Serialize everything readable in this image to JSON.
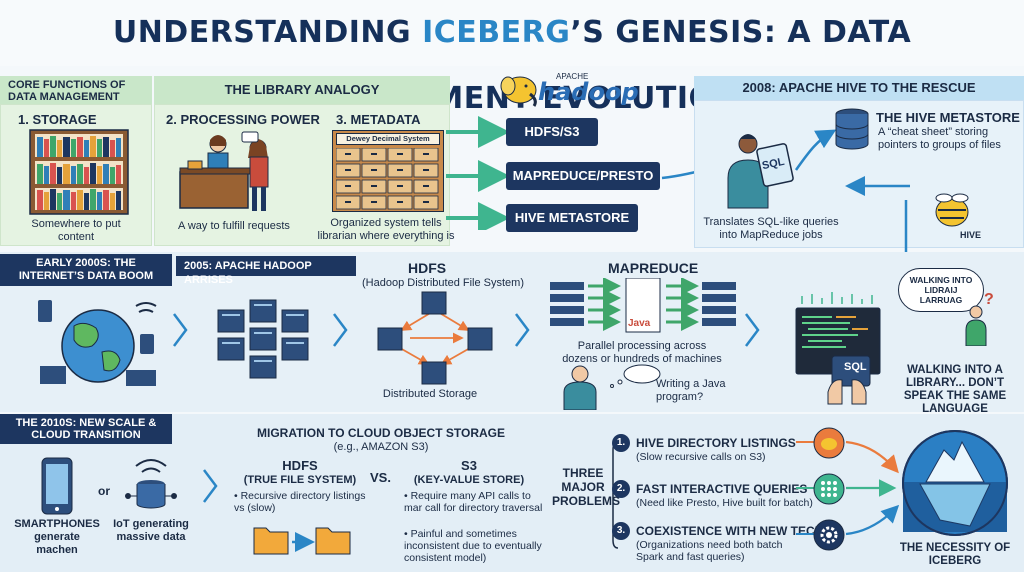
{
  "title": {
    "prefix": "UNDERSTANDING ",
    "highlight": "ICEBERG",
    "suffix": "’S GENESIS: A DATA  MANAGEMENT EVOLUTION"
  },
  "core": {
    "tab": "CORE FUNCTIONS OF DATA MANAGEMENT",
    "storage_title": "1. STORAGE",
    "storage_caption": "Somewhere to put content"
  },
  "library": {
    "tab": "THE LIBRARY ANALOGY",
    "processing_title": "2. PROCESSING POWER",
    "processing_caption": "A way to fulfill requests",
    "metadata_title": "3. METADATA",
    "card_label": "Dewey Decimal System",
    "metadata_caption": "Organized system tells librarian where everything is"
  },
  "hadoop_logo": {
    "small": "APACHE",
    "big": "hadoop"
  },
  "mapping": {
    "items": [
      "HDFS/S3",
      "MAPREDUCE/PRESTO",
      "HIVE METASTORE"
    ]
  },
  "hive2008": {
    "tab": "2008: APACHE HIVE TO THE RESCUE",
    "sql_label": "SQL",
    "translate_caption": "Translates SQL-like queries into MapReduce jobs",
    "metastore_title": "THE HIVE METASTORE",
    "metastore_desc": "A “cheat sheet” storing pointers to groups of files",
    "hive_logo": "HIVE"
  },
  "early2000s": {
    "tab": "EARLY 2000S: THE INTERNET’S DATA BOOM"
  },
  "hadoop2005": {
    "tab": "2005: APACHE HADOOP ARRISES"
  },
  "hdfs": {
    "title": "HDFS",
    "subtitle": "(Hadoop Distributed File System)",
    "caption": "Distributed Storage"
  },
  "mapreduce": {
    "title": "MAPREDUCE",
    "java_label": "Java",
    "caption": "Parallel processing across dozens or hundreds of machines",
    "thought": "Writing a Java program?"
  },
  "walking": {
    "bubble": "WALKING INTO LIDRAIJ LARRUAG",
    "sql_label": "SQL",
    "caption": "WALKING INTO A LIBRARY... DON’T SPEAK THE SAME LANGUAGE"
  },
  "s2010s": {
    "tab": "THE 2010S: NEW SCALE & CLOUD TRANSITION",
    "smartphones": "SMARTPHONES generate machen",
    "or": "or",
    "iot": "IoT generating massive data"
  },
  "migration": {
    "title": "MIGRATION TO CLOUD OBJECT STORAGE",
    "subtitle": "(e.g., AMAZON S3)",
    "hdfs_title": "HDFS",
    "hdfs_subtitle": "(TRUE FILE SYSTEM)",
    "hdfs_bullet": "Recursive directory listings vs (slow)",
    "vs": "VS.",
    "s3_title": "S3",
    "s3_subtitle": "(KEY-VALUE STORE)",
    "s3_bullet1": "Require many API calls to mar call for directory traversal",
    "s3_bullet2": "Painful and sometimes inconsistent due to eventually consistent model)"
  },
  "problems": {
    "label": "THREE MAJOR PROBLEMS",
    "items": [
      {
        "num": "1.",
        "title": "HIVE DIRECTORY LISTINGS",
        "desc": "(Slow recursive calls on S3)"
      },
      {
        "num": "2.",
        "title": "FAST INTERACTIVE QUERIES",
        "desc": "(Need like Presto, Hive built for batch)"
      },
      {
        "num": "3.",
        "title": "COEXISTENCE WITH NEW TECH",
        "desc": "(Organizations need both batch Spark and fast queries)"
      }
    ]
  },
  "iceberg": {
    "caption": "THE NECESSITY OF ICEBERG"
  },
  "colors": {
    "navy": "#1d3660",
    "accent": "#2a86c6",
    "green": "#3fb58f",
    "orange": "#ea7b3d"
  }
}
